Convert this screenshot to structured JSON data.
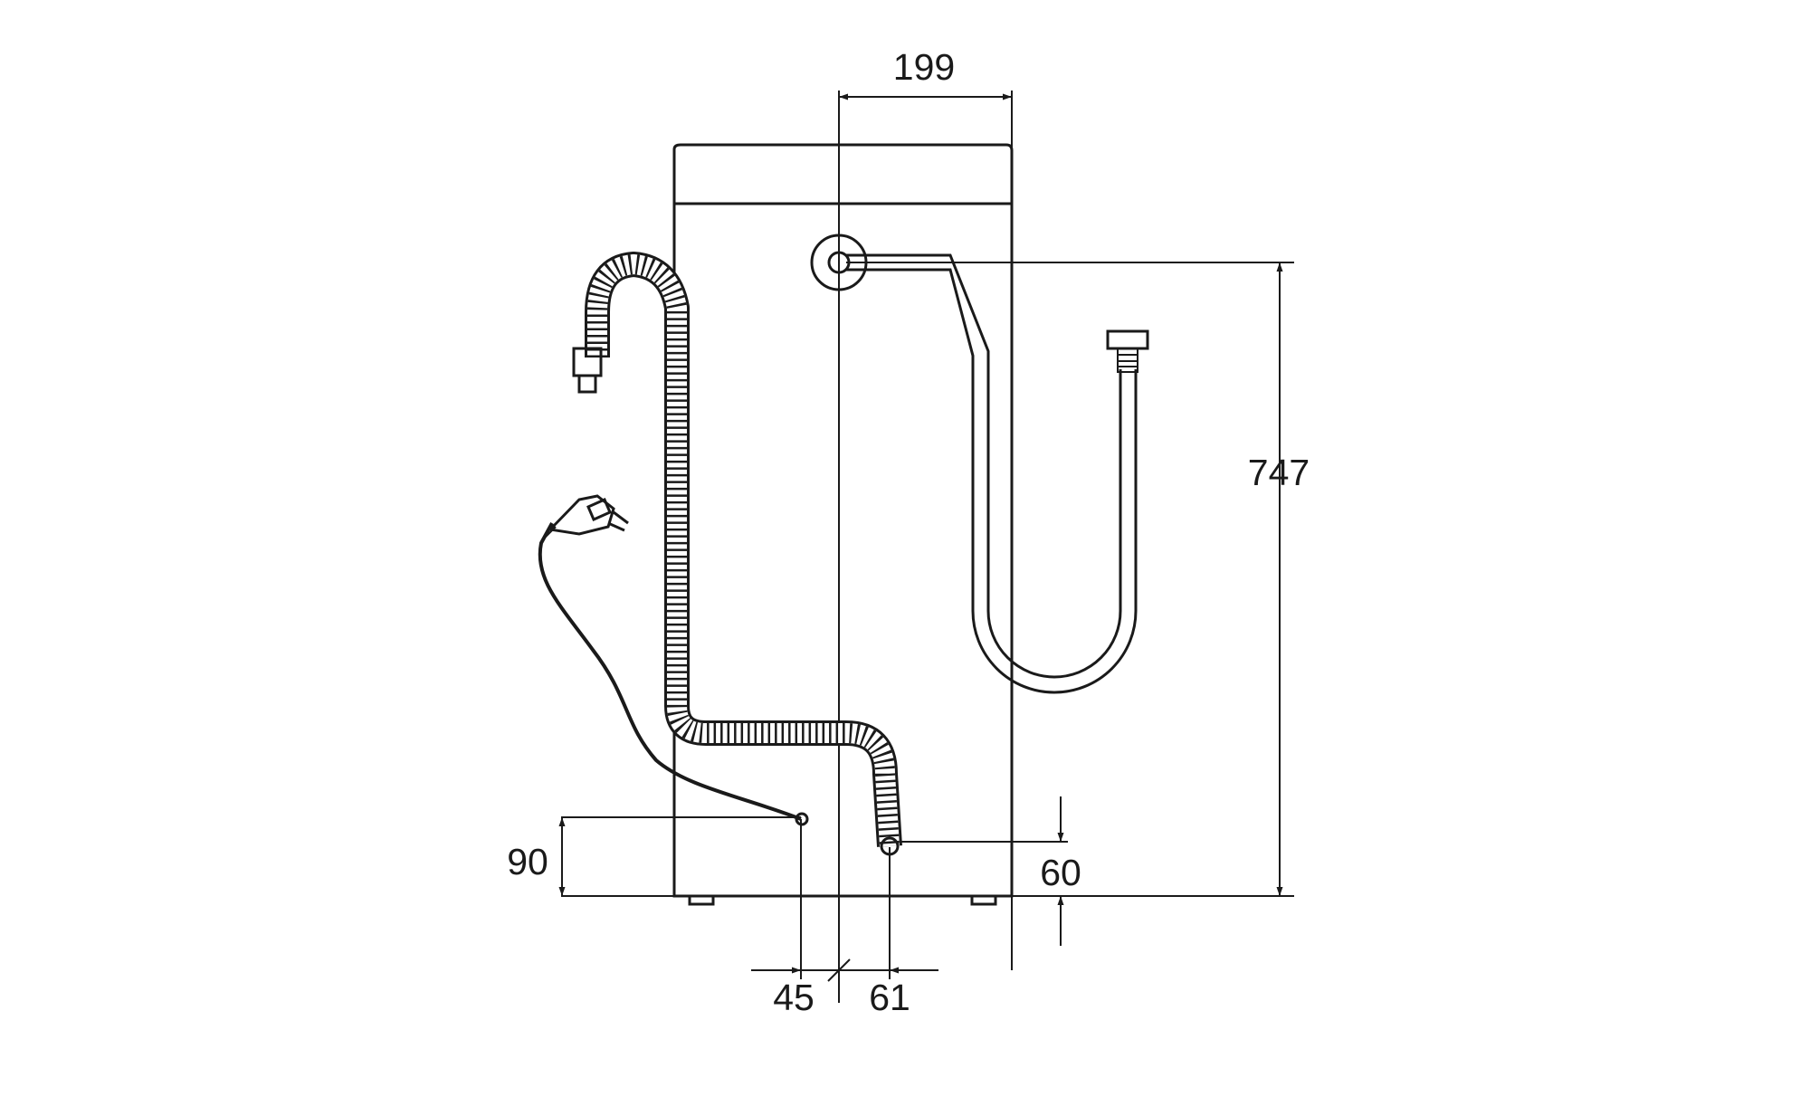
{
  "diagram": {
    "dimensions": {
      "top_width": "199",
      "height": "747",
      "left_height": "90",
      "right_height": "60",
      "bottom_left": "45",
      "bottom_right": "61"
    },
    "colors": {
      "line": "#1a1a1a",
      "background": "#ffffff"
    }
  }
}
